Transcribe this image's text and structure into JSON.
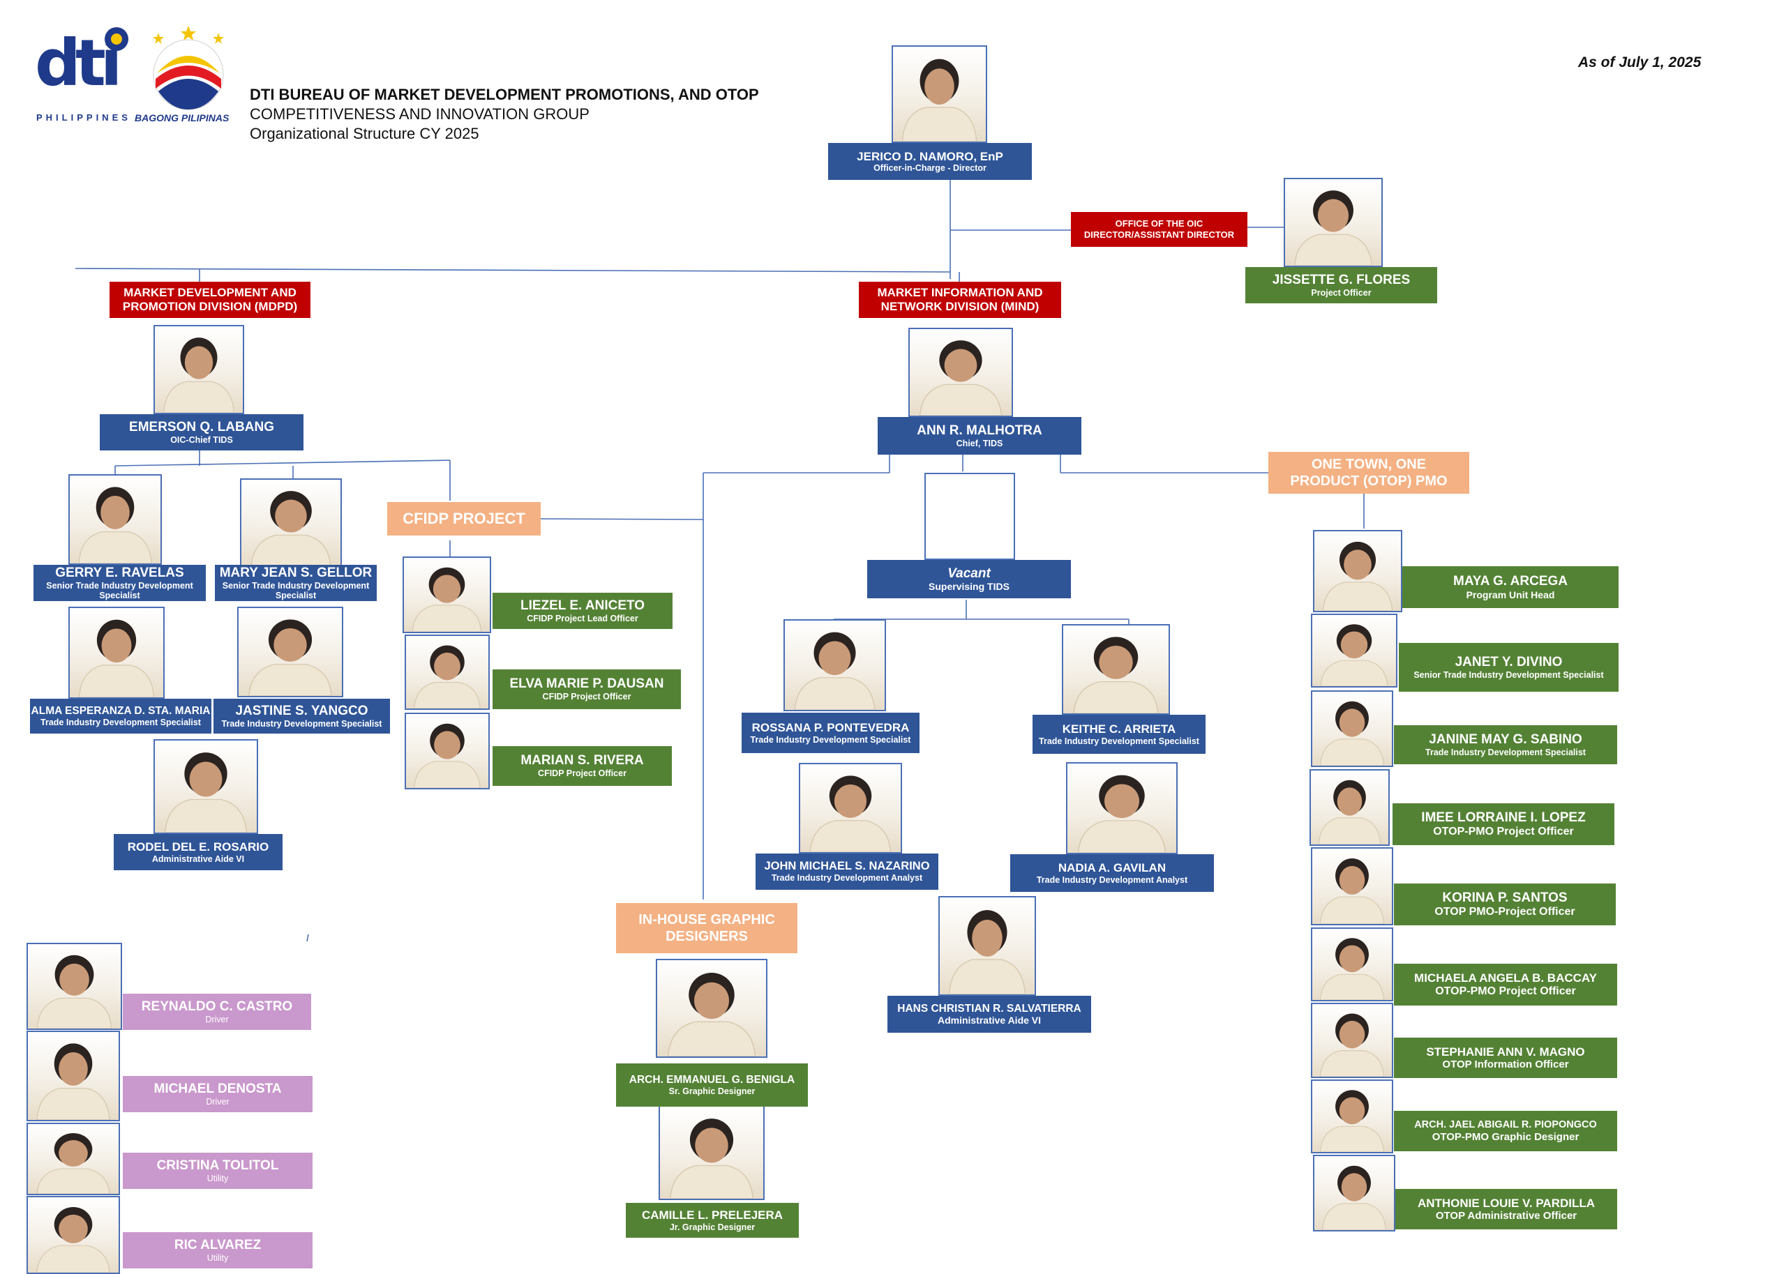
{
  "logos": {
    "dti": "dti",
    "dti_sub": "PHILIPPINES",
    "bagong": "BAGONG PILIPINAS"
  },
  "header": {
    "title": "DTI BUREAU OF MARKET DEVELOPMENT PROMOTIONS, AND OTOP",
    "line2": "COMPETITIVENESS AND INNOVATION GROUP",
    "line3": "Organizational Structure CY 2025",
    "date": "As of July 1, 2025"
  },
  "units": {
    "oic_office": "OFFICE OF THE OIC DIRECTOR/ASSISTANT DIRECTOR",
    "mdpd": "MARKET DEVELOPMENT AND PROMOTION DIVISION (MDPD)",
    "mind": "MARKET INFORMATION AND NETWORK DIVISION (MIND)",
    "cfidp": "CFIDP PROJECT",
    "otop": "ONE TOWN, ONE PRODUCT (OTOP) PMO",
    "graphic": "IN-HOUSE GRAPHIC DESIGNERS"
  },
  "people": {
    "namoro": {
      "name": "JERICO D. NAMORO, EnP",
      "position": "Officer-in-Charge - Director"
    },
    "flores": {
      "name": "JISSETTE G. FLORES",
      "position": "Project Officer"
    },
    "labang": {
      "name": "EMERSON Q. LABANG",
      "position": "OIC-Chief TIDS"
    },
    "malhotra": {
      "name": "ANN R. MALHOTRA",
      "position": "Chief, TIDS"
    },
    "ravelas": {
      "name": "GERRY E. RAVELAS",
      "position": "Senior Trade Industry Development Specialist"
    },
    "gellor": {
      "name": "MARY JEAN S. GELLOR",
      "position": "Senior Trade Industry Development Specialist"
    },
    "stamaria": {
      "name": "ALMA ESPERANZA D. STA. MARIA",
      "position": "Trade Industry Development Specialist"
    },
    "yangco": {
      "name": "JASTINE S. YANGCO",
      "position": "Trade Industry Development Specialist"
    },
    "rosario": {
      "name": "RODEL DEL E. ROSARIO",
      "position": "Administrative Aide VI"
    },
    "aniceto": {
      "name": "LIEZEL E.  ANICETO",
      "position": "CFIDP Project Lead Officer"
    },
    "dausan": {
      "name": "ELVA MARIE P. DAUSAN",
      "position": "CFIDP Project Officer"
    },
    "rivera": {
      "name": "MARIAN S. RIVERA",
      "position": "CFIDP Project Officer"
    },
    "vacant": {
      "name": "Vacant",
      "position": "Supervising TIDS"
    },
    "pontevedra": {
      "name": "ROSSANA P. PONTEVEDRA",
      "position": "Trade Industry Development Specialist"
    },
    "arrieta": {
      "name": "KEITHE C. ARRIETA",
      "position": "Trade Industry Development Specialist"
    },
    "nazarino": {
      "name": "JOHN MICHAEL S. NAZARINO",
      "position": "Trade Industry Development Analyst"
    },
    "gavilan": {
      "name": "NADIA A. GAVILAN",
      "position": "Trade Industry Development Analyst"
    },
    "salvatierra": {
      "name": "HANS CHRISTIAN R. SALVATIERRA",
      "position": "Administrative Aide VI"
    },
    "benigla": {
      "name": "ARCH. EMMANUEL G. BENIGLA",
      "position": "Sr. Graphic Designer"
    },
    "prelejera": {
      "name": "CAMILLE L. PRELEJERA",
      "position": "Jr. Graphic Designer"
    },
    "castro": {
      "name": "REYNALDO C. CASTRO",
      "position": "Driver"
    },
    "denosta": {
      "name": "MICHAEL DENOSTA",
      "position": "Driver"
    },
    "tolitol": {
      "name": "CRISTINA TOLITOL",
      "position": "Utility"
    },
    "alvarez": {
      "name": "RIC ALVAREZ",
      "position": "Utility"
    },
    "arcega": {
      "name": "MAYA G. ARCEGA",
      "position": "Program Unit Head"
    },
    "divino": {
      "name": "JANET Y. DIVINO",
      "position": "Senior Trade Industry Development Specialist"
    },
    "sabino": {
      "name": "JANINE MAY G. SABINO",
      "position": "Trade Industry Development Specialist"
    },
    "lopez": {
      "name": "IMEE LORRAINE I. LOPEZ",
      "position": "OTOP-PMO Project Officer"
    },
    "santos": {
      "name": "KORINA P. SANTOS",
      "position": "OTOP PMO-Project Officer"
    },
    "baccay": {
      "name": "MICHAELA ANGELA B. BACCAY",
      "position": "OTOP-PMO Project Officer"
    },
    "magno": {
      "name": "STEPHANIE ANN V. MAGNO",
      "position": "OTOP Information Officer"
    },
    "piopongco": {
      "name": "ARCH. JAEL ABIGAIL R. PIOPONGCO",
      "position": "OTOP-PMO Graphic Designer"
    },
    "pardilla": {
      "name": "ANTHONIE LOUIE V. PARDILLA",
      "position": "OTOP Administrative Officer"
    }
  },
  "colors": {
    "name_box_blue": "#2f5597",
    "name_box_green": "#548235",
    "name_box_pink": "#c998cc",
    "unit_red": "#c00000",
    "unit_peach": "#f4b183",
    "connector": "#4a6fb5"
  }
}
